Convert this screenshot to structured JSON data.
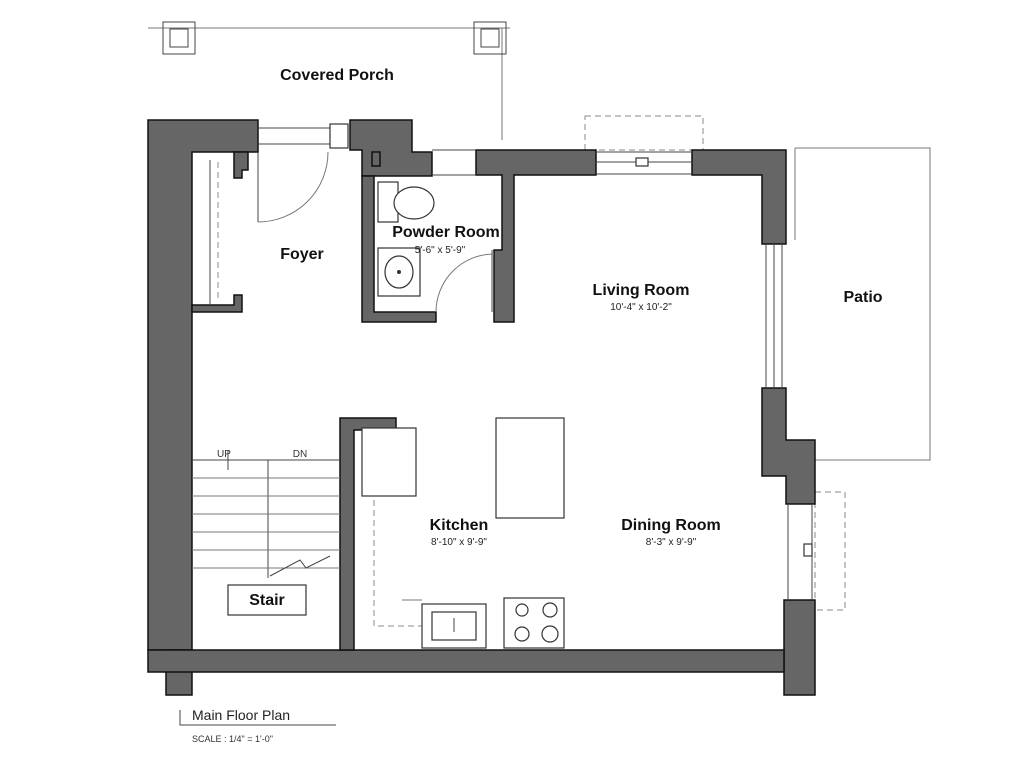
{
  "rooms": {
    "covered_porch": {
      "name": "Covered Porch"
    },
    "foyer": {
      "name": "Foyer"
    },
    "powder_room": {
      "name": "Powder Room",
      "dims": "5'-6\" x 5'-9\""
    },
    "living_room": {
      "name": "Living Room",
      "dims": "10'-4\" x 10'-2\""
    },
    "patio": {
      "name": "Patio"
    },
    "kitchen": {
      "name": "Kitchen",
      "dims": "8'-10\" x 9'-9\""
    },
    "dining_room": {
      "name": "Dining Room",
      "dims": "8'-3\" x 9'-9\""
    },
    "stair": {
      "name": "Stair",
      "up_label": "UP",
      "down_label": "DN"
    }
  },
  "plan": {
    "title": "Main Floor Plan",
    "scale": "SCALE : 1/4\" = 1'-0\""
  },
  "colors": {
    "wall": "#666666",
    "outline": "#111111",
    "line": "#777777"
  }
}
